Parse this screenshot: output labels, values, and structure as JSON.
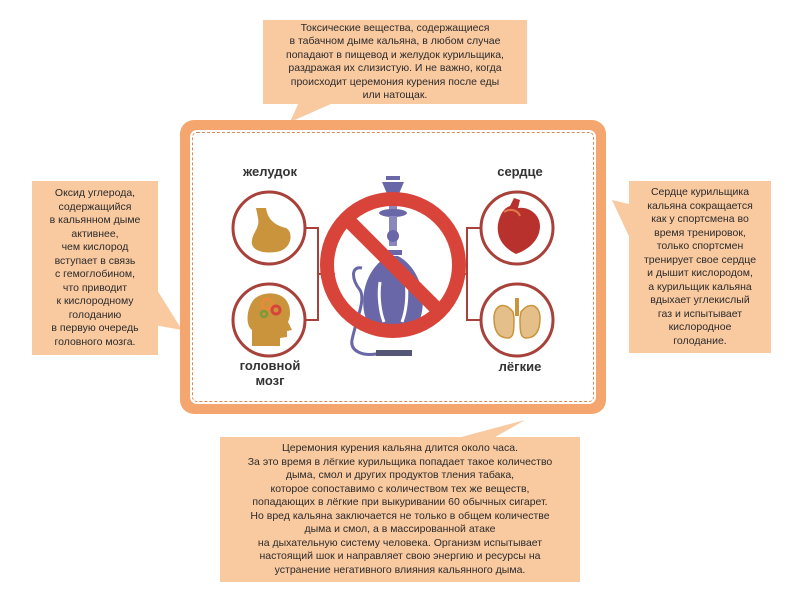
{
  "info_top": "Токсические вещества, содержащиеся\nв табачном дыме кальяна, в любом случае\nпопадают в пищевод и желудок курильщика,\nраздражая их слизистую. И не важно, когда\nпроисходит церемония курения после еды\nили натощак.",
  "info_left": "Оксид углерода,\nсодержащийся\nв кальянном дыме\nактивнее,\nчем кислород\nвступает в связь\nс гемоглобином,\nчто приводит\nк кислородному\nголоданию\nв первую очередь\nголовного мозга.",
  "info_right": "Сердце курильщика\nкальяна сокращается\nкак у спортсмена во\nвремя тренировок,\nтолько спортсмен\nтренирует свое сердце\nи дышит кислородом,\nа курильщик кальяна\nвдыхает углекислый\nгаз и испытывает\nкислородное\nголодание.",
  "info_bottom": "Церемония курения кальяна длится около часа.\nЗа это время в лёгкие курильщика попадает такое количество\nдыма, смол и других продуктов тления табака,\nкоторое сопоставимо с количеством тех же веществ,\nпопадающих в лёгкие при выкуривании 60 обычных сигарет.\nНо вред кальяна заключается не только в общем количестве\nдыма и смол, а в массированной атаке\nна дыхательную систему человека. Организм испытывает\nнастоящий шок и направляет свою энергию и ресурсы на\nустранение негативного влияния кальянного дыма.",
  "organs": {
    "stomach": "желудок",
    "heart": "сердце",
    "brain": "головной\nмозг",
    "lungs": "лёгкие"
  },
  "icons": [
    "stomach-icon",
    "heart-icon",
    "brain-icon",
    "lungs-icon",
    "hookah-icon",
    "prohibition-icon"
  ],
  "colors": {
    "bubble": "#f9c9a0",
    "frame": "#f5a66f",
    "ring": "#a8413a",
    "prohibition": "#d9443a",
    "hookah": "#6a67a8"
  }
}
